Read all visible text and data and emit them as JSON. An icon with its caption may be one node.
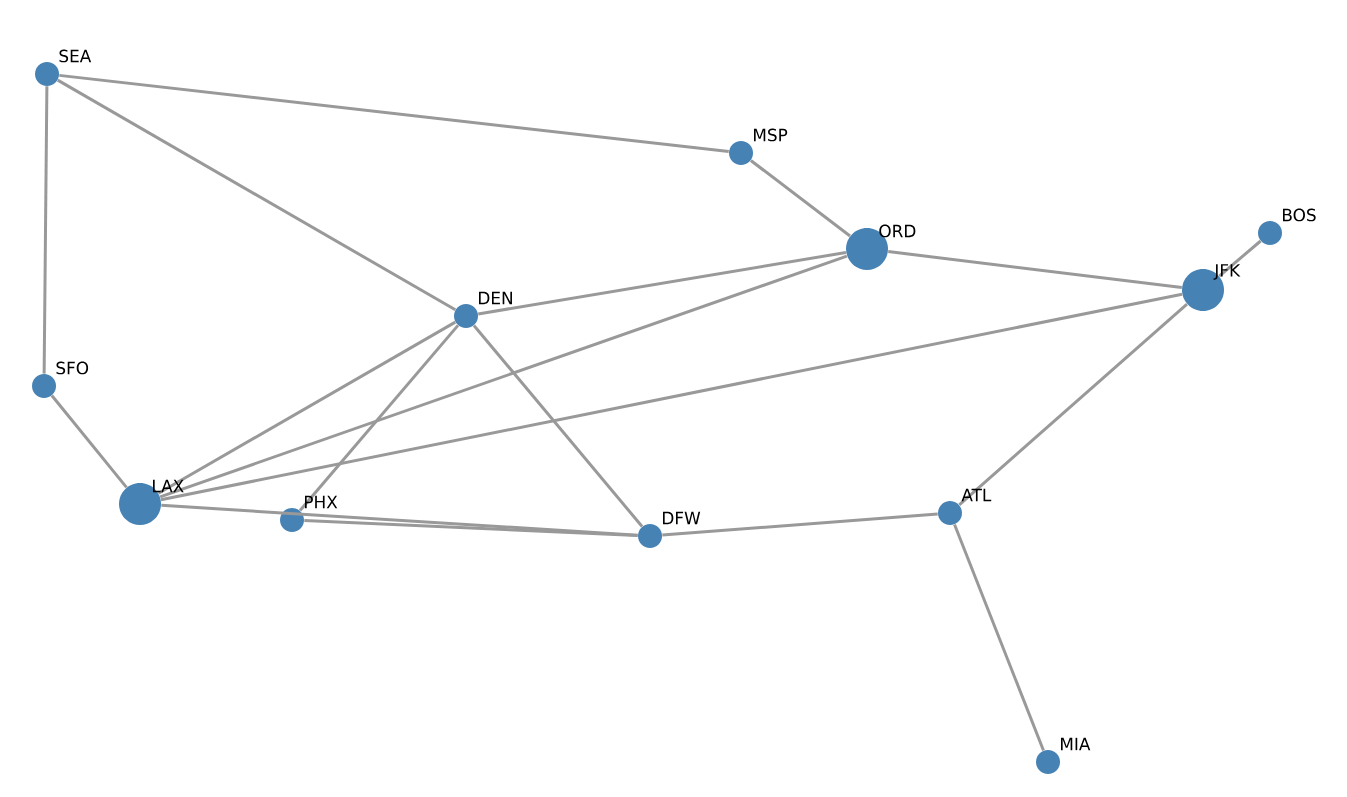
{
  "diagram": {
    "nodes": [
      {
        "text": [],
        "shape": "circle",
        "beside": [
          "SEA"
        ]
      },
      {
        "text": [],
        "shape": "circle",
        "beside": [
          "MSP"
        ]
      },
      {
        "text": [],
        "shape": "circle",
        "beside": [
          "ORD"
        ]
      },
      {
        "text": [],
        "shape": "circle",
        "beside": [
          "BOS"
        ]
      },
      {
        "text": [],
        "shape": "circle",
        "beside": [
          "JFK"
        ]
      },
      {
        "text": [],
        "shape": "circle",
        "beside": [
          "DEN"
        ]
      },
      {
        "text": [],
        "shape": "circle",
        "beside": [
          "SFO"
        ]
      },
      {
        "text": [],
        "shape": "circle",
        "beside": [
          "LAX"
        ]
      },
      {
        "text": [],
        "shape": "circle",
        "beside": [
          "PHX"
        ]
      },
      {
        "text": [],
        "shape": "circle",
        "beside": [
          "DFW"
        ]
      },
      {
        "text": [],
        "shape": "circle",
        "beside": [
          "ATL"
        ]
      },
      {
        "text": [],
        "shape": "circle",
        "beside": [
          "MIA"
        ]
      }
    ],
    "edges": [
      {
        "from": 0,
        "to": 1,
        "arrow": "none"
      },
      {
        "from": 0,
        "to": 6,
        "arrow": "none"
      },
      {
        "from": 0,
        "to": 5,
        "arrow": "none"
      },
      {
        "from": 1,
        "to": 2,
        "arrow": "none"
      },
      {
        "from": 2,
        "to": 4,
        "arrow": "none"
      },
      {
        "from": 3,
        "to": 4,
        "arrow": "none"
      },
      {
        "from": 2,
        "to": 5,
        "arrow": "none"
      },
      {
        "from": 2,
        "to": 7,
        "arrow": "none"
      },
      {
        "from": 4,
        "to": 7,
        "arrow": "none"
      },
      {
        "from": 4,
        "to": 10,
        "arrow": "none"
      },
      {
        "from": 5,
        "to": 7,
        "arrow": "none"
      },
      {
        "from": 5,
        "to": 8,
        "arrow": "none"
      },
      {
        "from": 5,
        "to": 9,
        "arrow": "none"
      },
      {
        "from": 6,
        "to": 7,
        "arrow": "none"
      },
      {
        "from": 7,
        "to": 9,
        "arrow": "none"
      },
      {
        "from": 8,
        "to": 9,
        "arrow": "none"
      },
      {
        "from": 9,
        "to": 10,
        "arrow": "none"
      },
      {
        "from": 10,
        "to": 11,
        "arrow": "none"
      }
    ]
  }
}
